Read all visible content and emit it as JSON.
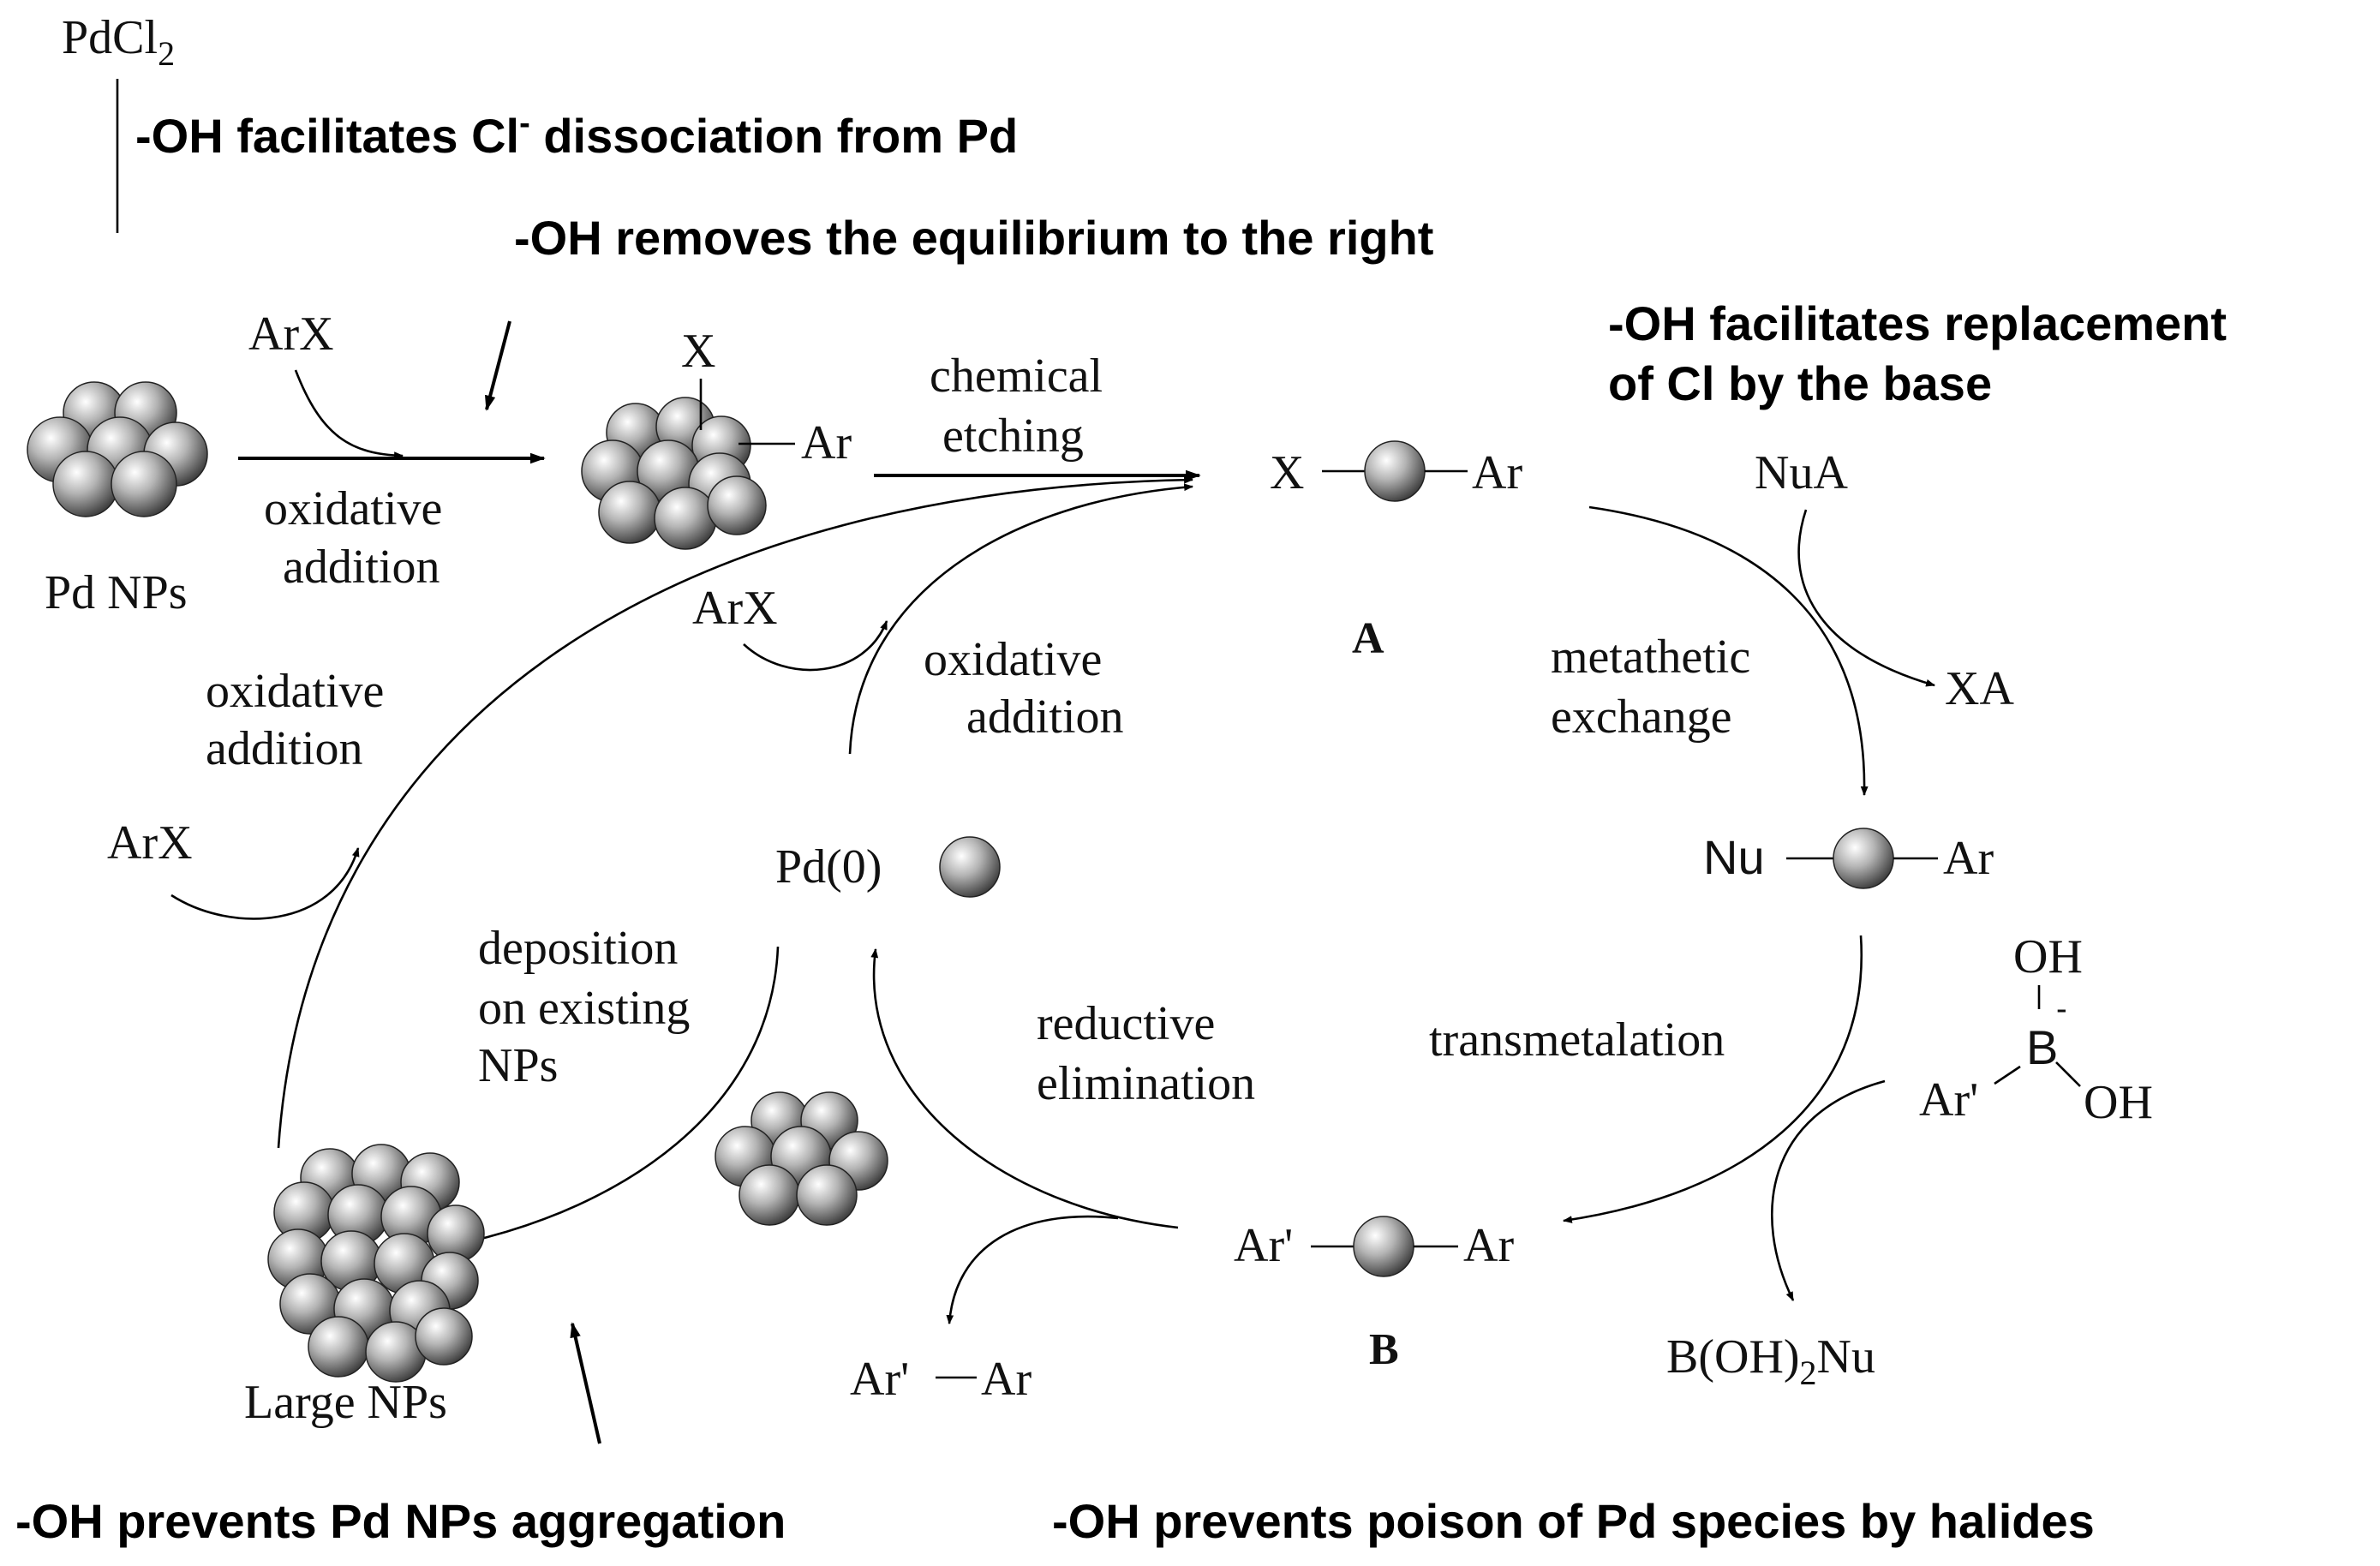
{
  "precursor": {
    "pdcl": "PdCl",
    "pdcl_sub": "2"
  },
  "notes": {
    "cl_dissociation": "-OH facilitates Cl",
    "cl_dissociation_sup": "-",
    "cl_dissociation_tail": " dissociation from Pd",
    "equilibrium": "-OH removes the equilibrium to the right",
    "replacement_line1": "-OH facilitates replacement",
    "replacement_line2": "of Cl by the base",
    "aggregation": "-OH prevents Pd NPs aggregation",
    "poison": "-OH prevents poison of Pd species by halides"
  },
  "species": {
    "pd_nps": "Pd NPs",
    "large_nps": "Large NPs",
    "pd0": "Pd(0)",
    "x": "X",
    "ar": "Ar",
    "arprime": "Ar'",
    "nu": "Nu",
    "label_a": "A",
    "label_b": "B",
    "nua": "NuA",
    "xa": "XA",
    "oh": "OH",
    "boron": "B",
    "boron_charge": "-",
    "product_left": "Ar'",
    "product_right": "Ar",
    "boh2nu_pre": "B(OH)",
    "boh2nu_sub": "2",
    "boh2nu_post": "Nu"
  },
  "reagents": {
    "arx": "ArX"
  },
  "steps": {
    "oxidative": "oxidative",
    "addition": "addition",
    "chemical": "chemical",
    "etching": "etching",
    "metathetic": "metathetic",
    "exchange": "exchange",
    "transmetalation": "transmetalation",
    "reductive": "reductive",
    "elimination": "elimination",
    "deposition": "deposition",
    "on_existing": "on existing",
    "nps": "NPs"
  }
}
